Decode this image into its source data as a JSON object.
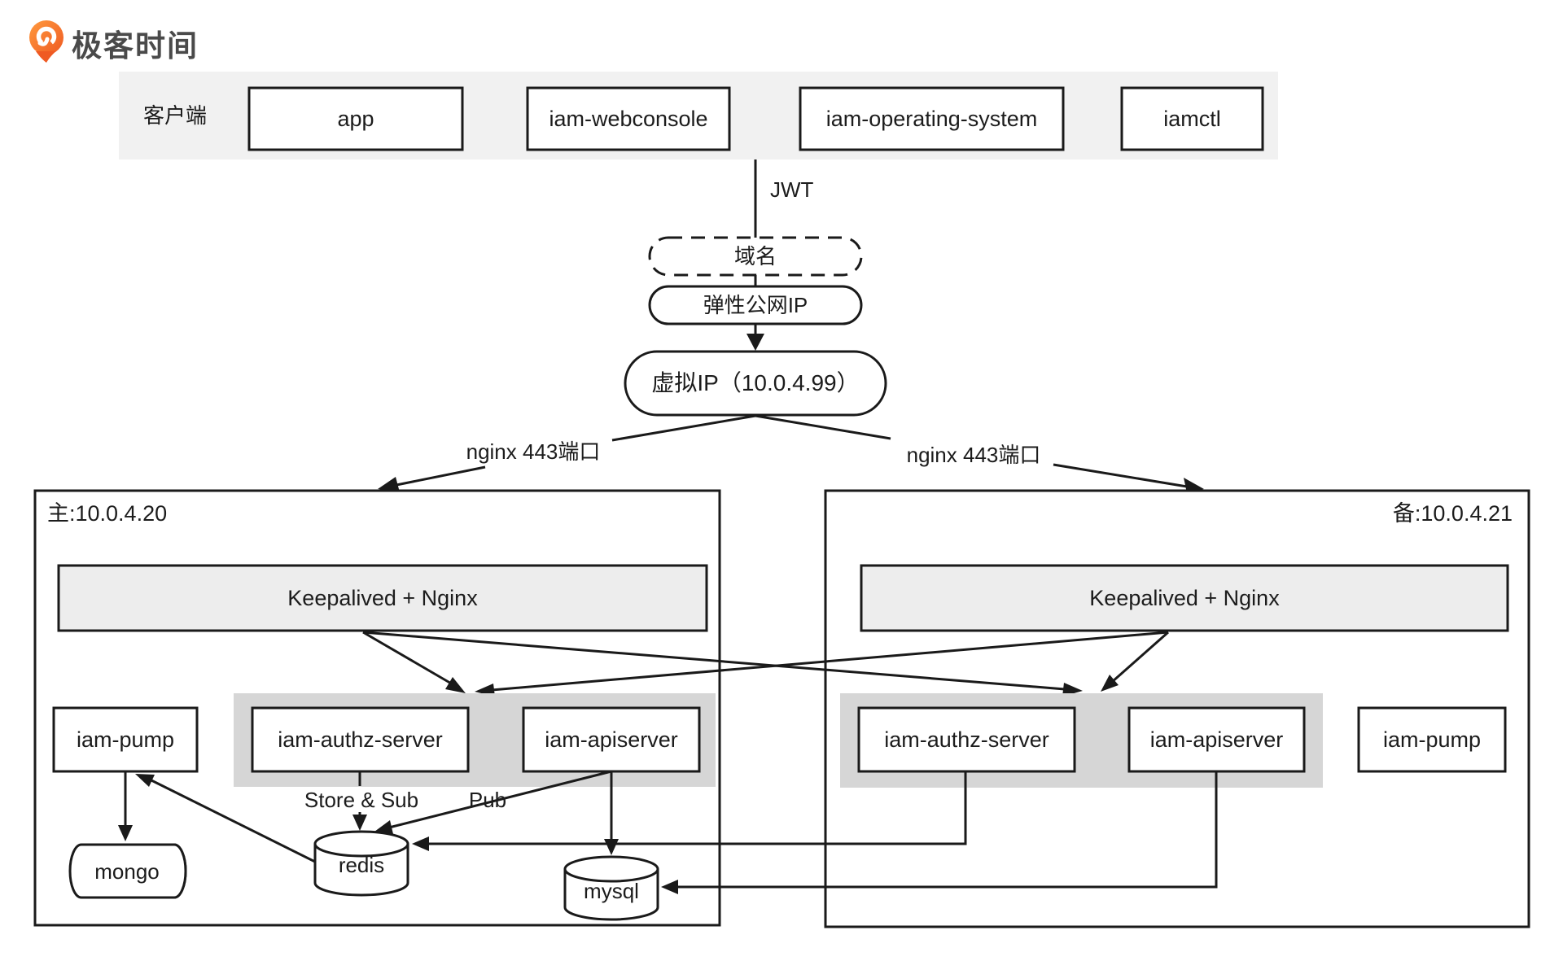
{
  "brand": {
    "name": "极客时间"
  },
  "client_band": {
    "label": "客户端",
    "items": [
      "app",
      "iam-webconsole",
      "iam-operating-system",
      "iamctl"
    ]
  },
  "flow": {
    "jwt": "JWT",
    "domain": "域名",
    "eip": "弹性公网IP",
    "vip": "虚拟IP（10.0.4.99）",
    "nginx_left": "nginx 443端口",
    "nginx_right": "nginx 443端口"
  },
  "primary": {
    "title": "主:10.0.4.20",
    "lb": "Keepalived + Nginx",
    "services": [
      "iam-pump",
      "iam-authz-server",
      "iam-apiserver"
    ]
  },
  "backup": {
    "title": "备:10.0.4.21",
    "lb": "Keepalived + Nginx",
    "services": [
      "iam-authz-server",
      "iam-apiserver",
      "iam-pump"
    ]
  },
  "edge_labels": {
    "store_sub": "Store & Sub",
    "pub": "Pub"
  },
  "datastores": {
    "mongo": "mongo",
    "redis": "redis",
    "mysql": "mysql"
  },
  "colors": {
    "ink": "#1a1a1a",
    "paper": "#ffffff",
    "client-band": "#f1f1f1",
    "service-band": "#d6d6d6",
    "lb-fill": "#ededed",
    "brand-orange": "#f26522",
    "brand-text": "#4a4a4a"
  }
}
